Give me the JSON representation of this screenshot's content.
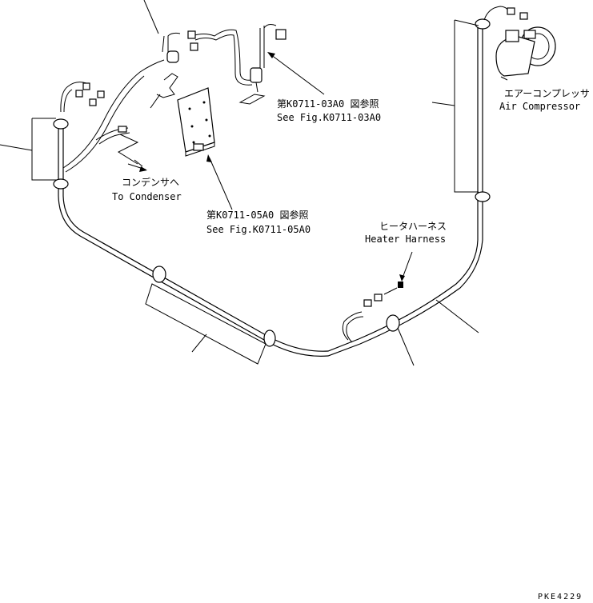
{
  "callouts": {
    "fig_03a0_jp": "第K0711-03A0 図参照",
    "fig_03a0_en": "See Fig.K0711-03A0",
    "fig_05a0_jp": "第K0711-05A0 図参照",
    "fig_05a0_en": "See Fig.K0711-05A0",
    "condenser_jp": "コンデンサへ",
    "condenser_en": "To Condenser",
    "heater_jp": "ヒータハーネス",
    "heater_en": "Heater Harness",
    "compressor_jp": "エアーコンプレッサ",
    "compressor_en": "Air Compressor"
  },
  "drawing_code": "PKE4229"
}
